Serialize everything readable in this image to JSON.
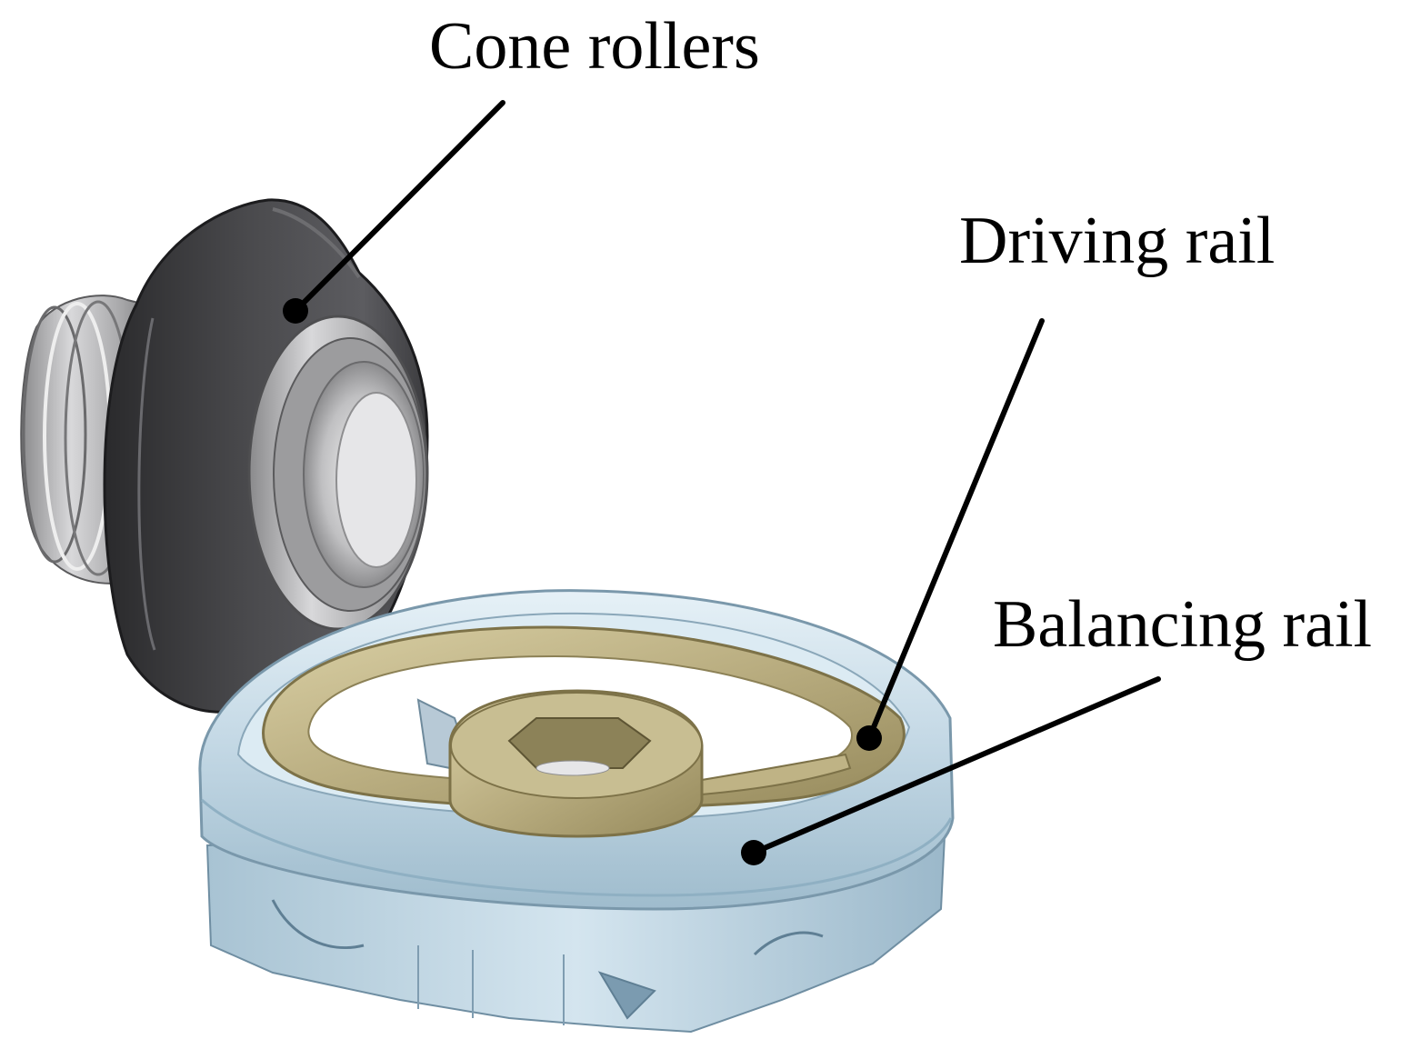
{
  "labels": {
    "cone_rollers": "Cone rollers",
    "driving_rail": "Driving rail",
    "balancing_rail": "Balancing rail"
  },
  "colors": {
    "background": "#ffffff",
    "label_text": "#000000",
    "leader_line": "#000000",
    "cone_roller_body": "#3a3a3c",
    "cone_roller_bearing": "#b9b9bb",
    "driving_rail": "#bfb385",
    "balancing_rail": "#c9dbe6"
  }
}
